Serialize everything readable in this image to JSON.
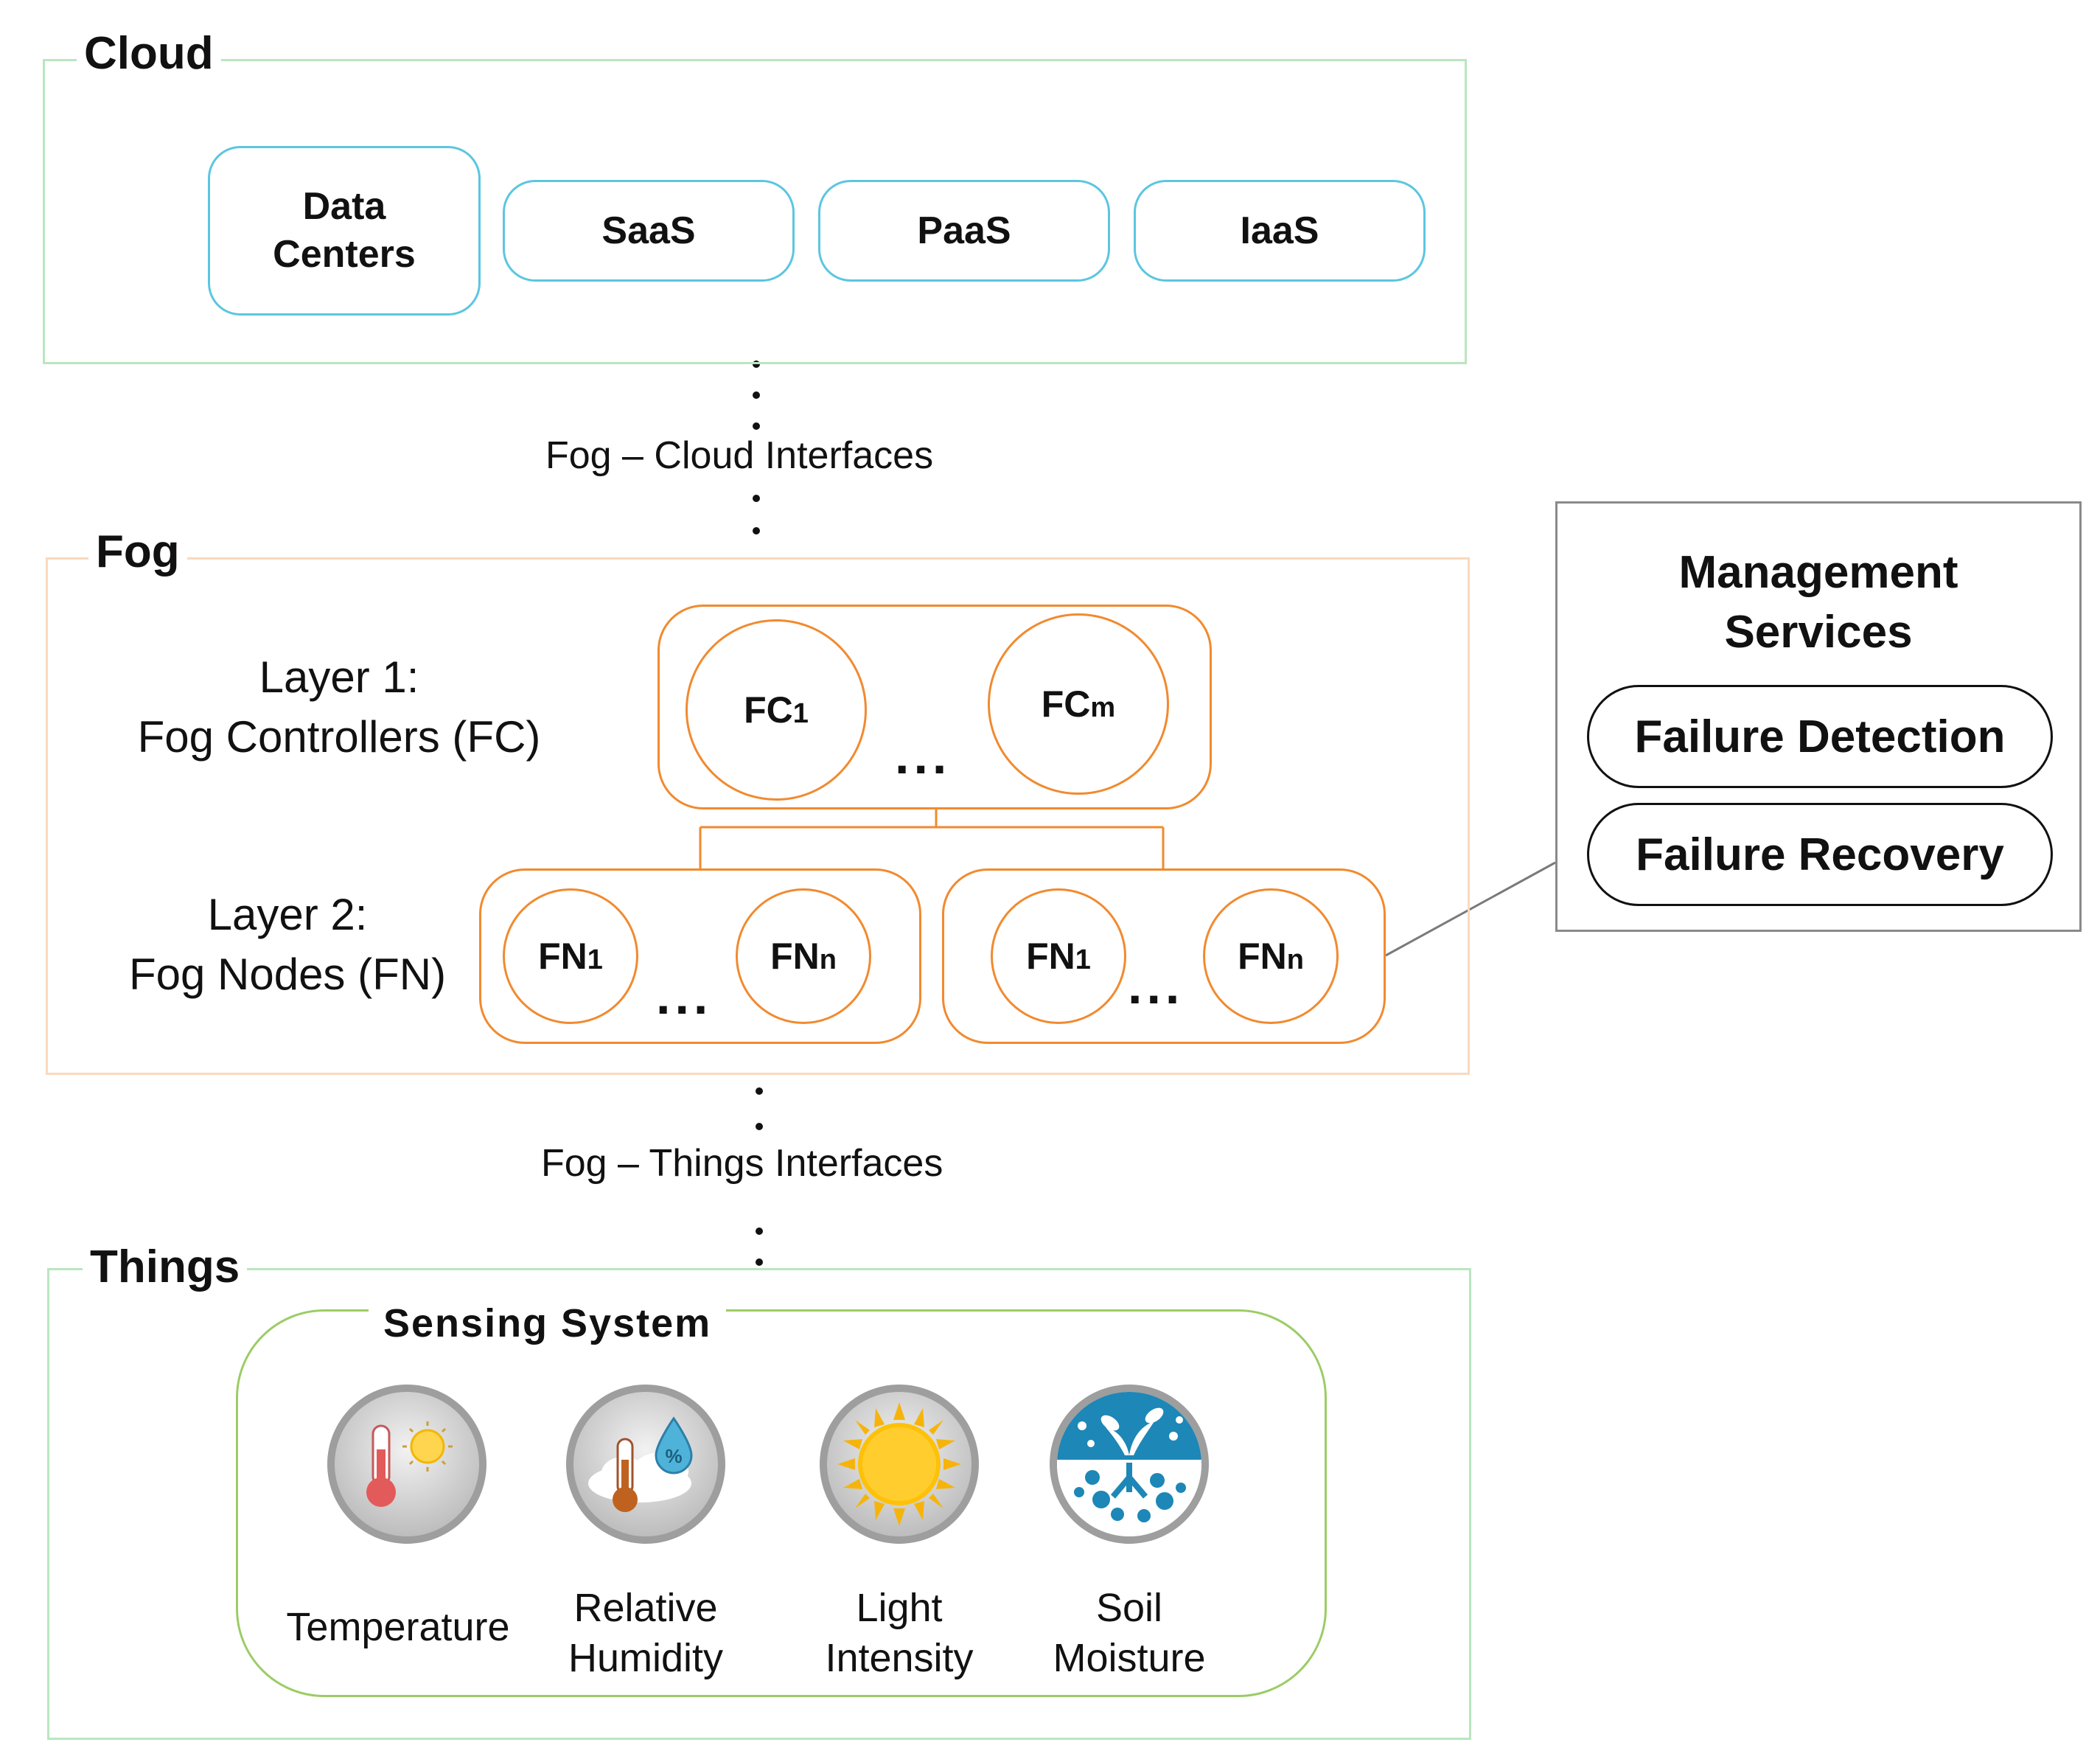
{
  "cloud": {
    "title": "Cloud",
    "data_centers_line1": "Data",
    "data_centers_line2": "Centers",
    "saas": "SaaS",
    "paas": "PaaS",
    "iaas": "IaaS"
  },
  "interfaces": {
    "fog_cloud": "Fog – Cloud Interfaces",
    "fog_things": "Fog – Things Interfaces"
  },
  "fog": {
    "title": "Fog",
    "layer1_line1": "Layer 1:",
    "layer1_line2": "Fog Controllers (FC)",
    "layer2_line1": "Layer 2:",
    "layer2_line2": "Fog Nodes (FN)",
    "fc_prefix": "FC",
    "fc_first_sub": "1",
    "fc_last_sub": "m",
    "fn_prefix": "FN",
    "fn_first_sub": "1",
    "fn_last_sub": "n",
    "ellipsis": "..."
  },
  "management": {
    "title_line1": "Management",
    "title_line2": "Services",
    "failure_detection": "Failure Detection",
    "failure_recovery": "Failure Recovery"
  },
  "things": {
    "title": "Things",
    "sensing_system": "Sensing System",
    "sensors": {
      "temperature": "Temperature",
      "humidity_line1": "Relative",
      "humidity_line2": "Humidity",
      "light_line1": "Light",
      "light_line2": "Intensity",
      "soil_line1": "Soil",
      "soil_line2": "Moisture"
    }
  }
}
